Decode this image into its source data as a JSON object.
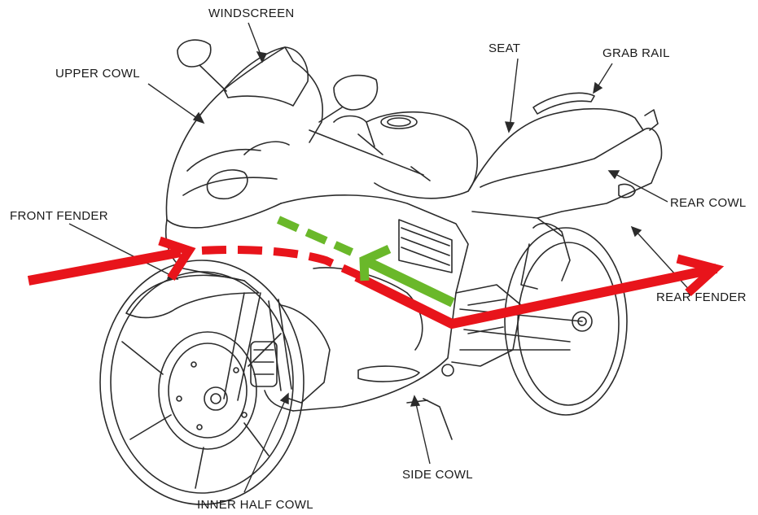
{
  "labels": {
    "windscreen": "WINDSCREEN",
    "upper_cowl": "UPPER COWL",
    "seat": "SEAT",
    "grab_rail": "GRAB RAIL",
    "rear_cowl": "REAR COWL",
    "front_fender": "FRONT FENDER",
    "rear_fender": "REAR FENDER",
    "side_cowl": "SIDE COWL",
    "inner_half_cowl": "INNER HALF COWL"
  },
  "colors": {
    "line_art": "#2b2b2b",
    "airflow_red": "#e8141b",
    "airflow_green": "#6ab82a",
    "background": "#ffffff"
  }
}
